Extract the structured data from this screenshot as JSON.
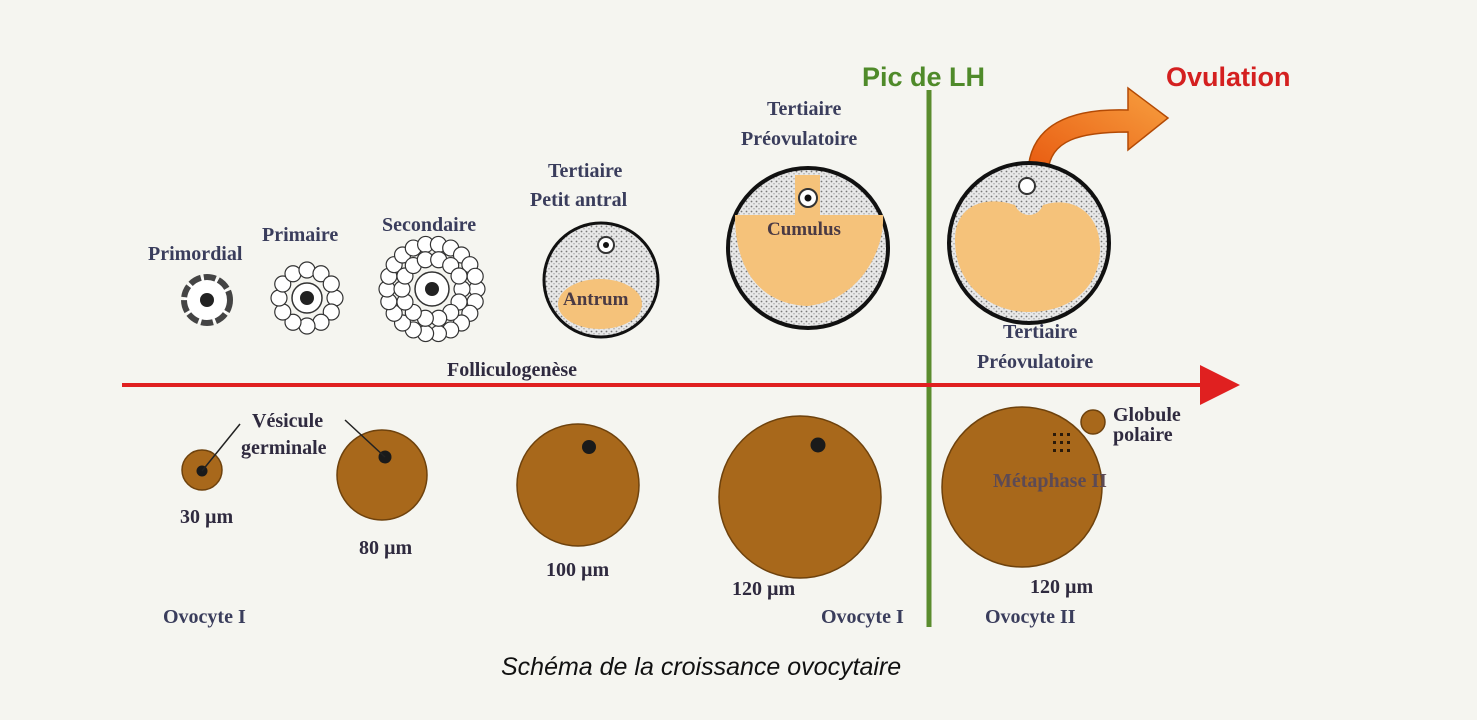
{
  "title_lh": "Pic de LH",
  "title_ovulation": "Ovulation",
  "axis_label": "Folliculogenèse",
  "caption": "Schéma de la croissance ovocytaire",
  "follicles": {
    "primordial": "Primordial",
    "primaire": "Primaire",
    "secondaire": "Secondaire",
    "petit_antral_line1": "Tertiaire",
    "petit_antral_line2": "Petit antral",
    "antrum": "Antrum",
    "preovulatoire_line1": "Tertiaire",
    "preovulatoire_line2": "Préovulatoire",
    "cumulus": "Cumulus",
    "post_lh_line1": "Tertiaire",
    "post_lh_line2": "Préovulatoire"
  },
  "oocytes": {
    "vesicule_line1": "Vésicule",
    "vesicule_line2": "germinale",
    "size_30": "30 µm",
    "size_80": "80 µm",
    "size_100": "100 µm",
    "size_120a": "120 µm",
    "size_120b": "120 µm",
    "globule_line1": "Globule",
    "globule_line2": "polaire",
    "metaphase": "Métaphase  II",
    "ovocyte1_left": "Ovocyte  I",
    "ovocyte1_right": "Ovocyte  I",
    "ovocyte2": "Ovocyte  II"
  },
  "colors": {
    "axis_red": "#e02020",
    "lh_green": "#5a8c2e",
    "antrum_fill": "#f5c27a",
    "oocyte_brown": "#a8681b",
    "arrow_orange": "#f07a1a"
  }
}
